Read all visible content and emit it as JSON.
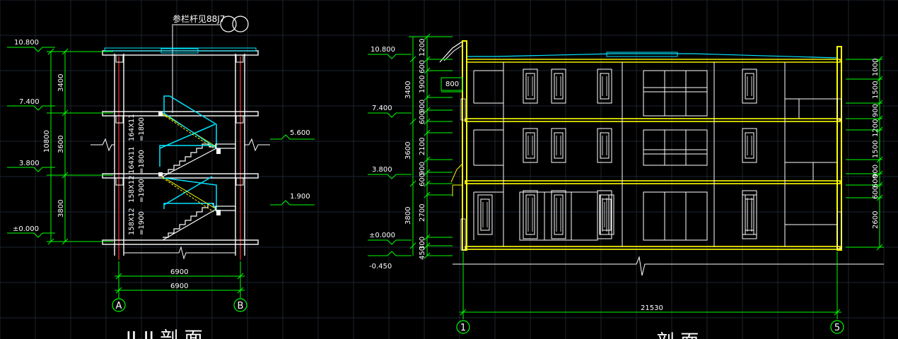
{
  "colors": {
    "background": "#000000",
    "grid": "#1c2531",
    "wall": "#ffffff",
    "dimension": "#00ff00",
    "stair": "#00e5ff",
    "axis": "#ff3030",
    "highlight": "#ffff00",
    "note_text": "#ffffff"
  },
  "left_section": {
    "title": "II-II 剖 面",
    "note": "参栏杆见88J7",
    "levels": [
      "10.800",
      "7.400",
      "3.800",
      "±0.000"
    ],
    "right_levels": [
      "5.600",
      "1.900"
    ],
    "dims_vertical": [
      "3400",
      "3600",
      "3800"
    ],
    "dim_total": "10800",
    "stair_labels": [
      {
        "top": "164X11",
        "bottom": "=1800"
      },
      {
        "top": "164X11",
        "bottom": "=1800"
      },
      {
        "top": "158X12",
        "bottom": "=1900"
      },
      {
        "top": "158X12",
        "bottom": "=1900"
      }
    ],
    "dims_horizontal": [
      "6900",
      "6900"
    ],
    "axes": [
      "A",
      "B"
    ]
  },
  "right_section": {
    "title": "剖 面",
    "levels": [
      "10.800",
      "7.400",
      "3.800",
      "±0.000",
      "-0.450"
    ],
    "dims_left": [
      "1200",
      "600",
      "1900",
      "900",
      "600",
      "2100",
      "900",
      "600",
      "2700",
      "300",
      "450"
    ],
    "dims_left_floor": [
      "3400",
      "3600",
      "3800"
    ],
    "dim_window": "800",
    "dims_right": [
      "1000",
      "1500",
      "900",
      "1200",
      "1500",
      "900",
      "600",
      "600",
      "2600"
    ],
    "dim_total": "21530",
    "axes": [
      "1",
      "5"
    ]
  }
}
